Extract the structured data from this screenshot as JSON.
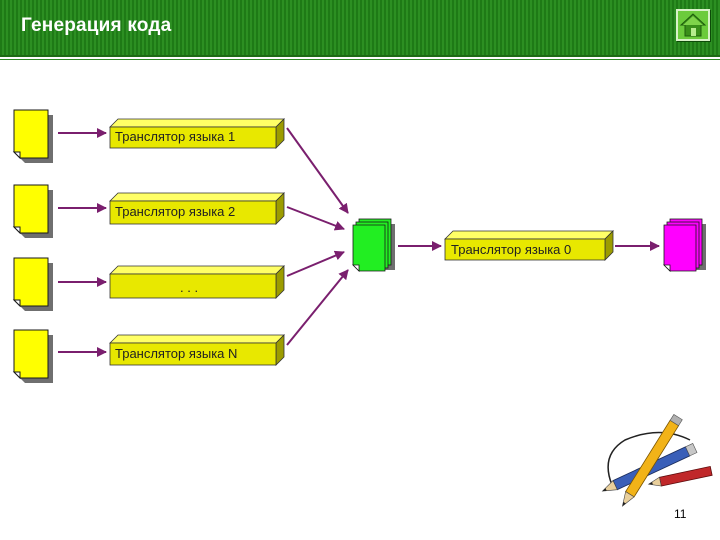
{
  "slide": {
    "title": "Генерация кода",
    "page_number": "11"
  },
  "home_icon": "home-icon",
  "diagram": {
    "translators": [
      {
        "label": "Транслятор языка 1"
      },
      {
        "label": "Транслятор языка 2"
      },
      {
        "label": ". . ."
      },
      {
        "label": "Транслятор языка N"
      }
    ],
    "final_translator": {
      "label": "Транслятор языка 0"
    }
  },
  "colors": {
    "header_green": "#2c8f22",
    "source_doc": "#ffff00",
    "translator_box": "#e8e800",
    "intermediate_doc": "#22ee22",
    "output_doc": "#ff00ff",
    "arrow": "#7a1f6e"
  },
  "decoration": "pencils-clipart"
}
